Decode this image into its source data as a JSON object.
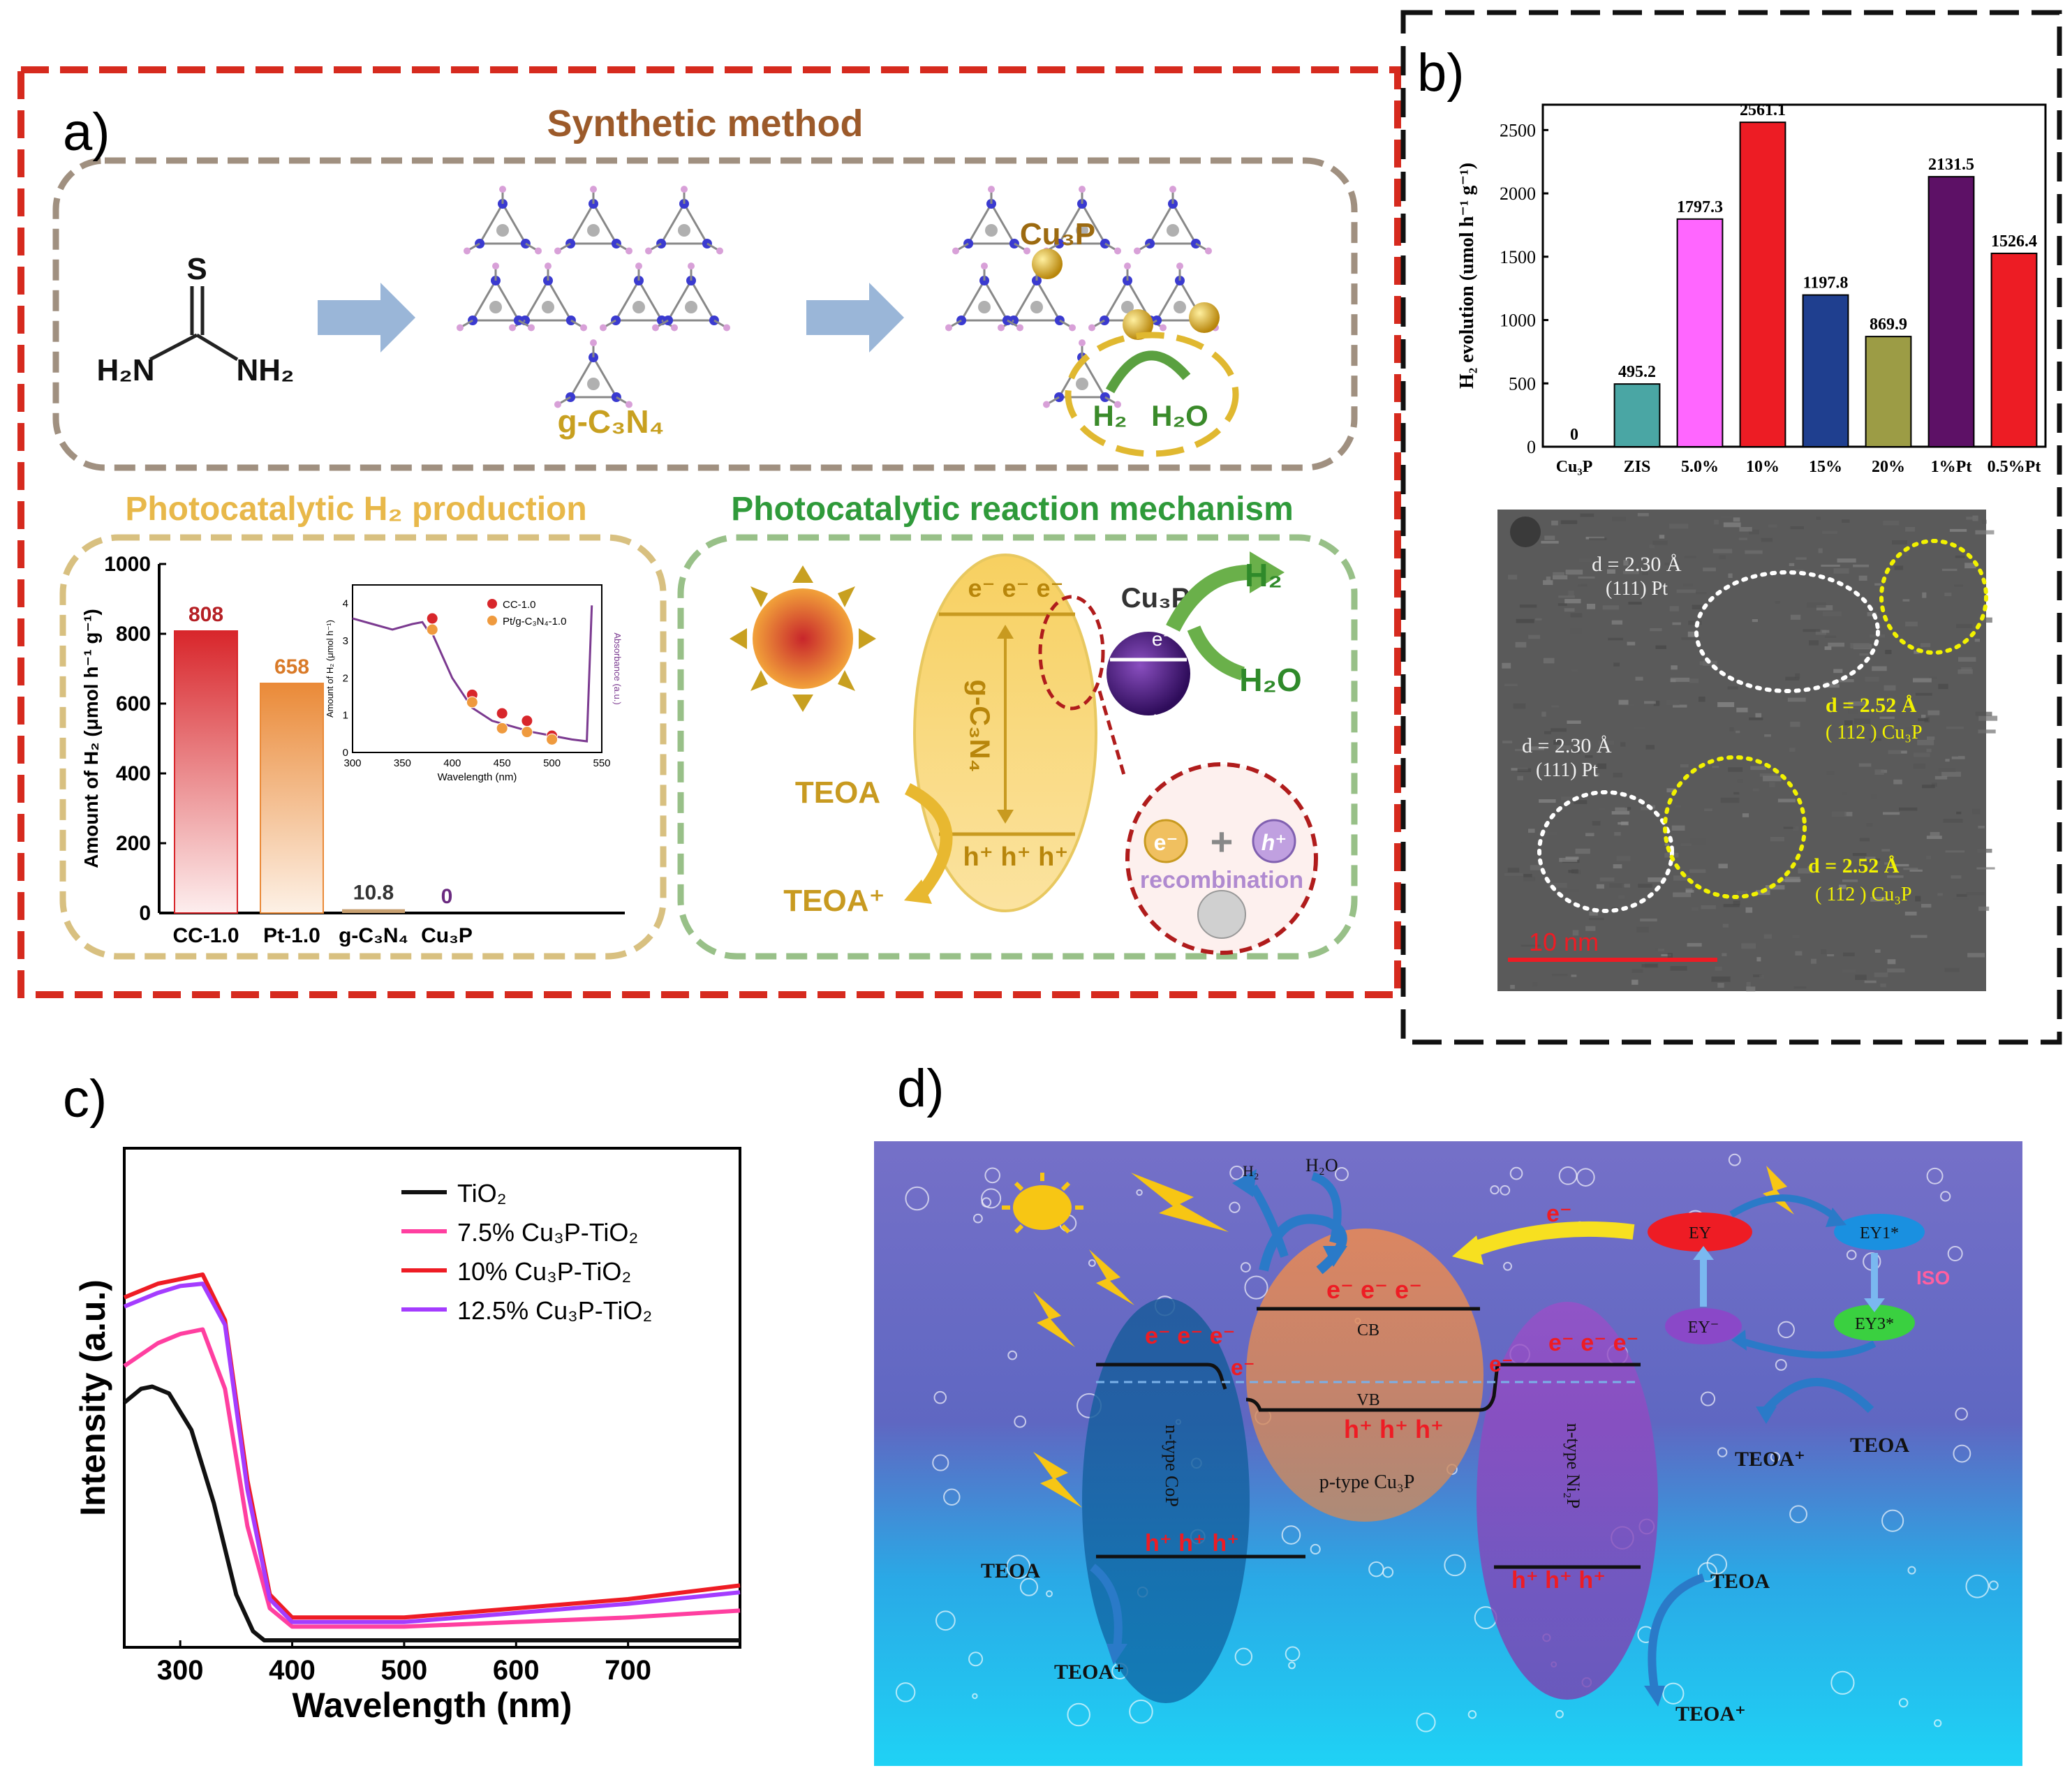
{
  "panels": {
    "a": {
      "label": "a)",
      "synthetic_title": "Synthetic method",
      "thiourea": {
        "s": "S",
        "left": "H₂N",
        "right": "NH₂"
      },
      "gcn_label": "g-C₃N₄",
      "cu3p_label": "Cu₃P",
      "h2_label": "H₂",
      "h2o_label": "H₂O",
      "production_title": "Photocatalytic H₂ production",
      "mechanism_title": "Photocatalytic reaction mechanism",
      "mech": {
        "electrons": "e⁻ e⁻ e⁻",
        "holes": "h⁺ h⁺ h⁺",
        "gcn": "g-C₃N₄",
        "cu3p": "Cu₃P",
        "h2": "H₂",
        "h2o": "H₂O",
        "teoa": "TEOA",
        "teoa_plus": "TEOA⁺",
        "e_small": "e⁻",
        "h_small": "h⁺",
        "recombination": "recombination",
        "plus": "+"
      }
    },
    "b": {
      "label": "b)",
      "tem": {
        "d1": "d = 2.30 Å",
        "p1": "(111) Pt",
        "d2": "d = 2.52 Å",
        "p2": "( 112 ) Cu₃P",
        "d3": "d = 2.30 Å",
        "p3": "(111) Pt",
        "d4": "d = 2.52 Å",
        "p4": "( 112 ) Cu₃P",
        "scale": "10  nm"
      }
    },
    "c": {
      "label": "c)"
    },
    "d": {
      "label": "d)",
      "h2": "H₂",
      "h2o": "H₂O",
      "e": "e⁻",
      "cb": "CB",
      "vb": "VB",
      "cu3p_e": "e⁻  e⁻  e⁻",
      "cu3p_h": "h⁺ h⁺ h⁺",
      "cop": "n-type CoP",
      "cu3p": "p-type Cu₃P",
      "ni2p": "n-type Ni₂P",
      "left_e": "e⁻  e⁻  e⁻",
      "left_h": "h⁺ h⁺ h⁺",
      "right_e": "e⁻  e⁻  e⁻",
      "right_h": "h⁺ h⁺ h⁺",
      "e_mid": "e⁻",
      "ey": "EY",
      "ey1": "EY1*",
      "iso": "ISO",
      "ey3": "EY3*",
      "ey_minus": "EY⁻",
      "teoa": "TEOA",
      "teoa_plus": "TEOA⁺"
    }
  },
  "chart_data": [
    {
      "id": "a-bar",
      "type": "bar",
      "categories": [
        "CC-1.0",
        "Pt-1.0",
        "g-C₃N₄",
        "Cu₃P"
      ],
      "values": [
        808,
        658,
        10.8,
        0
      ],
      "value_labels": [
        "808",
        "658",
        "10.8",
        "0"
      ],
      "ylabel": "Amount of H₂ (μmol h⁻¹ g⁻¹)",
      "ylim": [
        0,
        1000
      ],
      "yticks": [
        0,
        200,
        400,
        600,
        800,
        1000
      ],
      "colors": [
        "#d8262b",
        "#ea8a38",
        "#c8a070",
        "#7b3a90"
      ],
      "label_colors": [
        "#b51f24",
        "#d97a28",
        "#333333",
        "#6a2a80"
      ]
    },
    {
      "id": "a-inset",
      "type": "line",
      "xlabel": "Wavelength (nm)",
      "ylabel": "Amount of H₂ (μmol h⁻¹)",
      "y2label": "Absorbance (a.u.)",
      "xlim": [
        300,
        550
      ],
      "ylim": [
        0,
        4.5
      ],
      "xticks": [
        300,
        350,
        400,
        450,
        500,
        550
      ],
      "yticks": [
        0,
        1,
        2,
        3,
        4
      ],
      "line": {
        "x": [
          300,
          320,
          340,
          360,
          370,
          375,
          380,
          390,
          400,
          410,
          420,
          440,
          460,
          480,
          500,
          520,
          535,
          540
        ],
        "y": [
          3.6,
          3.45,
          3.3,
          3.45,
          3.5,
          3.3,
          3.2,
          2.6,
          2.0,
          1.6,
          1.2,
          0.85,
          0.7,
          0.55,
          0.45,
          0.35,
          0.3,
          3.95
        ]
      },
      "series": [
        {
          "name": "CC-1.0",
          "color": "#d8262b",
          "x": [
            380,
            420,
            450,
            475,
            500
          ],
          "y": [
            3.6,
            1.55,
            1.05,
            0.85,
            0.45
          ]
        },
        {
          "name": "Pt/g-C₃N₄-1.0",
          "color": "#ef9a3e",
          "x": [
            380,
            420,
            450,
            475,
            500
          ],
          "y": [
            3.3,
            1.35,
            0.65,
            0.55,
            0.35
          ]
        }
      ]
    },
    {
      "id": "b-bar",
      "type": "bar",
      "categories": [
        "Cu₃P",
        "ZIS",
        "5.0%",
        "10%",
        "15%",
        "20%",
        "1%Pt",
        "0.5%Pt"
      ],
      "values": [
        0,
        495.2,
        1797.3,
        2561.1,
        1197.8,
        869.9,
        2131.5,
        1526.4
      ],
      "value_labels": [
        "0",
        "495.2",
        "1797.3",
        "2561.1",
        "1197.8",
        "869.9",
        "2131.5",
        "1526.4"
      ],
      "ylabel": "H₂ evolution (umol h⁻¹ g⁻¹)",
      "ylim": [
        0,
        2700
      ],
      "yticks": [
        0,
        500,
        1000,
        1500,
        2000,
        2500
      ],
      "colors": [
        "#ffffff",
        "#4aa6a4",
        "#ff66ff",
        "#ed1c24",
        "#1f3f8f",
        "#9c9c45",
        "#5d1166",
        "#ed1c24"
      ]
    },
    {
      "id": "c-line",
      "type": "line",
      "xlabel": "Wavelength (nm)",
      "ylabel": "Intensity (a.u.)",
      "xlim": [
        250,
        800
      ],
      "ylim": [
        0,
        1
      ],
      "xticks": [
        300,
        400,
        500,
        600,
        700
      ],
      "legend_position": "top-right",
      "series": [
        {
          "name": "TiO₂",
          "color": "#111111",
          "x": [
            250,
            265,
            275,
            290,
            310,
            330,
            350,
            365,
            375,
            400,
            500,
            600,
            700,
            800
          ],
          "y": [
            0.52,
            0.55,
            0.555,
            0.54,
            0.46,
            0.3,
            0.1,
            0.02,
            0.0,
            0.0,
            0.0,
            0.0,
            0.0,
            0.0
          ]
        },
        {
          "name": "7.5% Cu₃P-TiO₂",
          "color": "#ff3fa0",
          "x": [
            250,
            280,
            300,
            320,
            340,
            360,
            380,
            400,
            500,
            600,
            700,
            800
          ],
          "y": [
            0.6,
            0.65,
            0.67,
            0.68,
            0.55,
            0.25,
            0.07,
            0.03,
            0.03,
            0.04,
            0.05,
            0.065
          ]
        },
        {
          "name": "10% Cu₃P-TiO₂",
          "color": "#ee1c24",
          "x": [
            250,
            280,
            300,
            320,
            340,
            360,
            380,
            400,
            500,
            600,
            700,
            800
          ],
          "y": [
            0.75,
            0.78,
            0.79,
            0.8,
            0.7,
            0.35,
            0.1,
            0.05,
            0.05,
            0.07,
            0.09,
            0.12
          ]
        },
        {
          "name": "12.5% Cu₃P-TiO₂",
          "color": "#a43cff",
          "x": [
            250,
            280,
            300,
            320,
            340,
            360,
            380,
            400,
            500,
            600,
            700,
            800
          ],
          "y": [
            0.73,
            0.76,
            0.775,
            0.78,
            0.69,
            0.33,
            0.09,
            0.04,
            0.04,
            0.06,
            0.08,
            0.105
          ]
        }
      ]
    }
  ]
}
